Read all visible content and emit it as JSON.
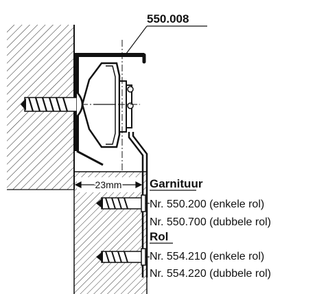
{
  "part_number": "550.008",
  "dimension": "23mm",
  "sections": [
    {
      "heading": "Garnituur",
      "items": [
        "Nr. 550.200 (enkele rol)",
        "Nr. 550.700 (dubbele rol)"
      ]
    },
    {
      "heading": "Rol",
      "items": [
        "Nr. 554.210 (enkele rol)",
        "Nr. 554.220 (dubbele rol)"
      ]
    }
  ]
}
